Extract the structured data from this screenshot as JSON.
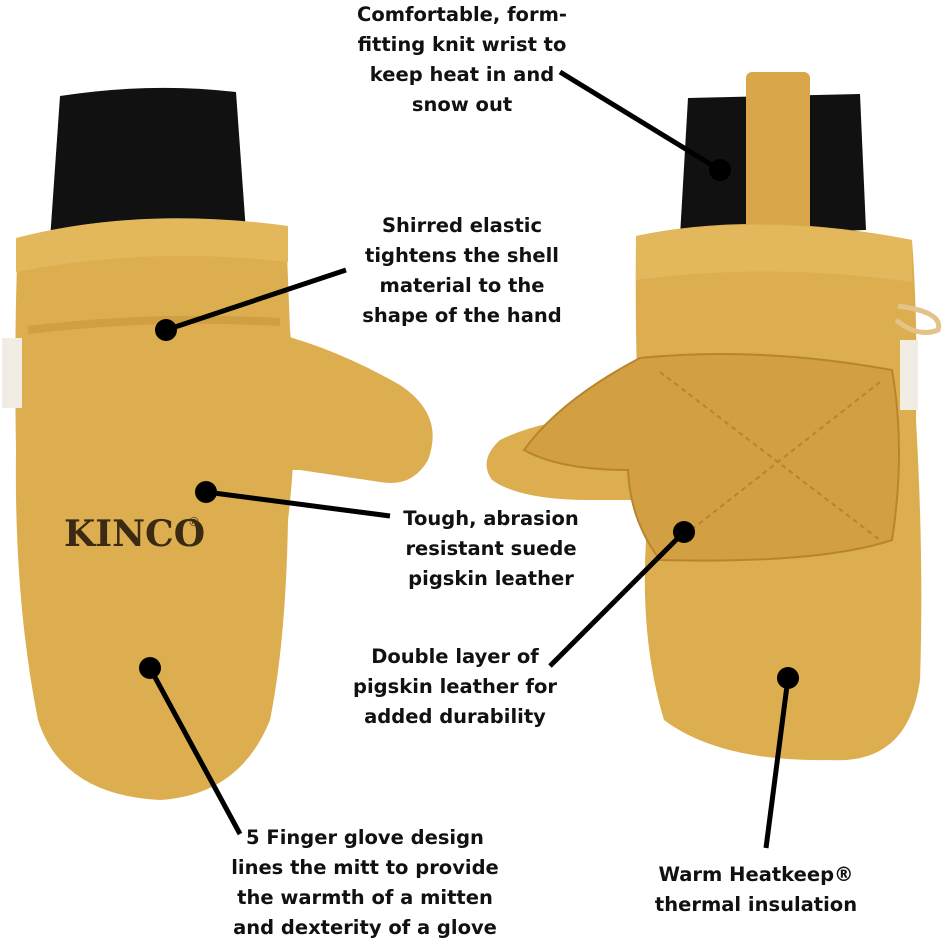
{
  "brand": {
    "logo_text": "KINCO",
    "registered_mark": "®"
  },
  "colors": {
    "leather": "#dcae4f",
    "leather_light": "#e8c06a",
    "leather_shadow": "#c7943a",
    "knit_cuff": "#111111",
    "callout_line": "#000000"
  },
  "callouts": {
    "wrist": {
      "lines": [
        "Comfortable, form-",
        "fitting knit wrist to",
        "keep heat in and",
        "snow out"
      ]
    },
    "elastic": {
      "lines": [
        "Shirred elastic",
        "tightens the shell",
        "material to the",
        "shape of the hand"
      ]
    },
    "suede": {
      "lines": [
        "Tough, abrasion",
        "resistant suede",
        "pigskin leather"
      ]
    },
    "double_layer": {
      "lines": [
        "Double layer of",
        "pigskin leather for",
        "added durability"
      ]
    },
    "five_finger": {
      "lines": [
        "5 Finger glove design",
        "lines the mitt to provide",
        "the warmth of a mitten",
        "and dexterity of a glove"
      ]
    },
    "heatkeep": {
      "lines": [
        "Warm Heatkeep®",
        "thermal insulation"
      ]
    }
  }
}
